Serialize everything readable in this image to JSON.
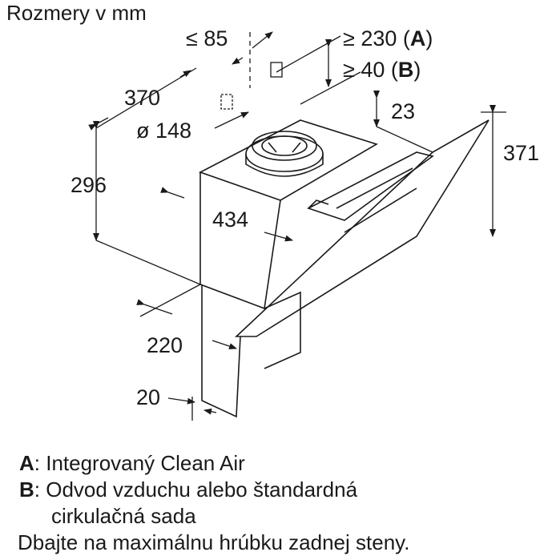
{
  "title": "Rozmery v mm",
  "dimensions": {
    "d85": "≤ 85",
    "d230_prefix": "≥ 230 (",
    "d230_key": "A",
    "d230_suffix": ")",
    "d40_prefix": "≥ 40 (",
    "d40_key": "B",
    "d40_suffix": ")",
    "d370": "370",
    "d23": "23",
    "d148": "ø 148",
    "d371": "371",
    "d296": "296",
    "d434": "434",
    "d220": "220",
    "d20": "20"
  },
  "legend": {
    "a_key": "A",
    "a_text": ": Integrovaný Clean Air",
    "b_key": "B",
    "b_text": ": Odvod vzduchu alebo štandardná",
    "b_text2": "cirkulačná sada",
    "note": "Dbajte na maximálnu hrúbku zadnej steny."
  }
}
